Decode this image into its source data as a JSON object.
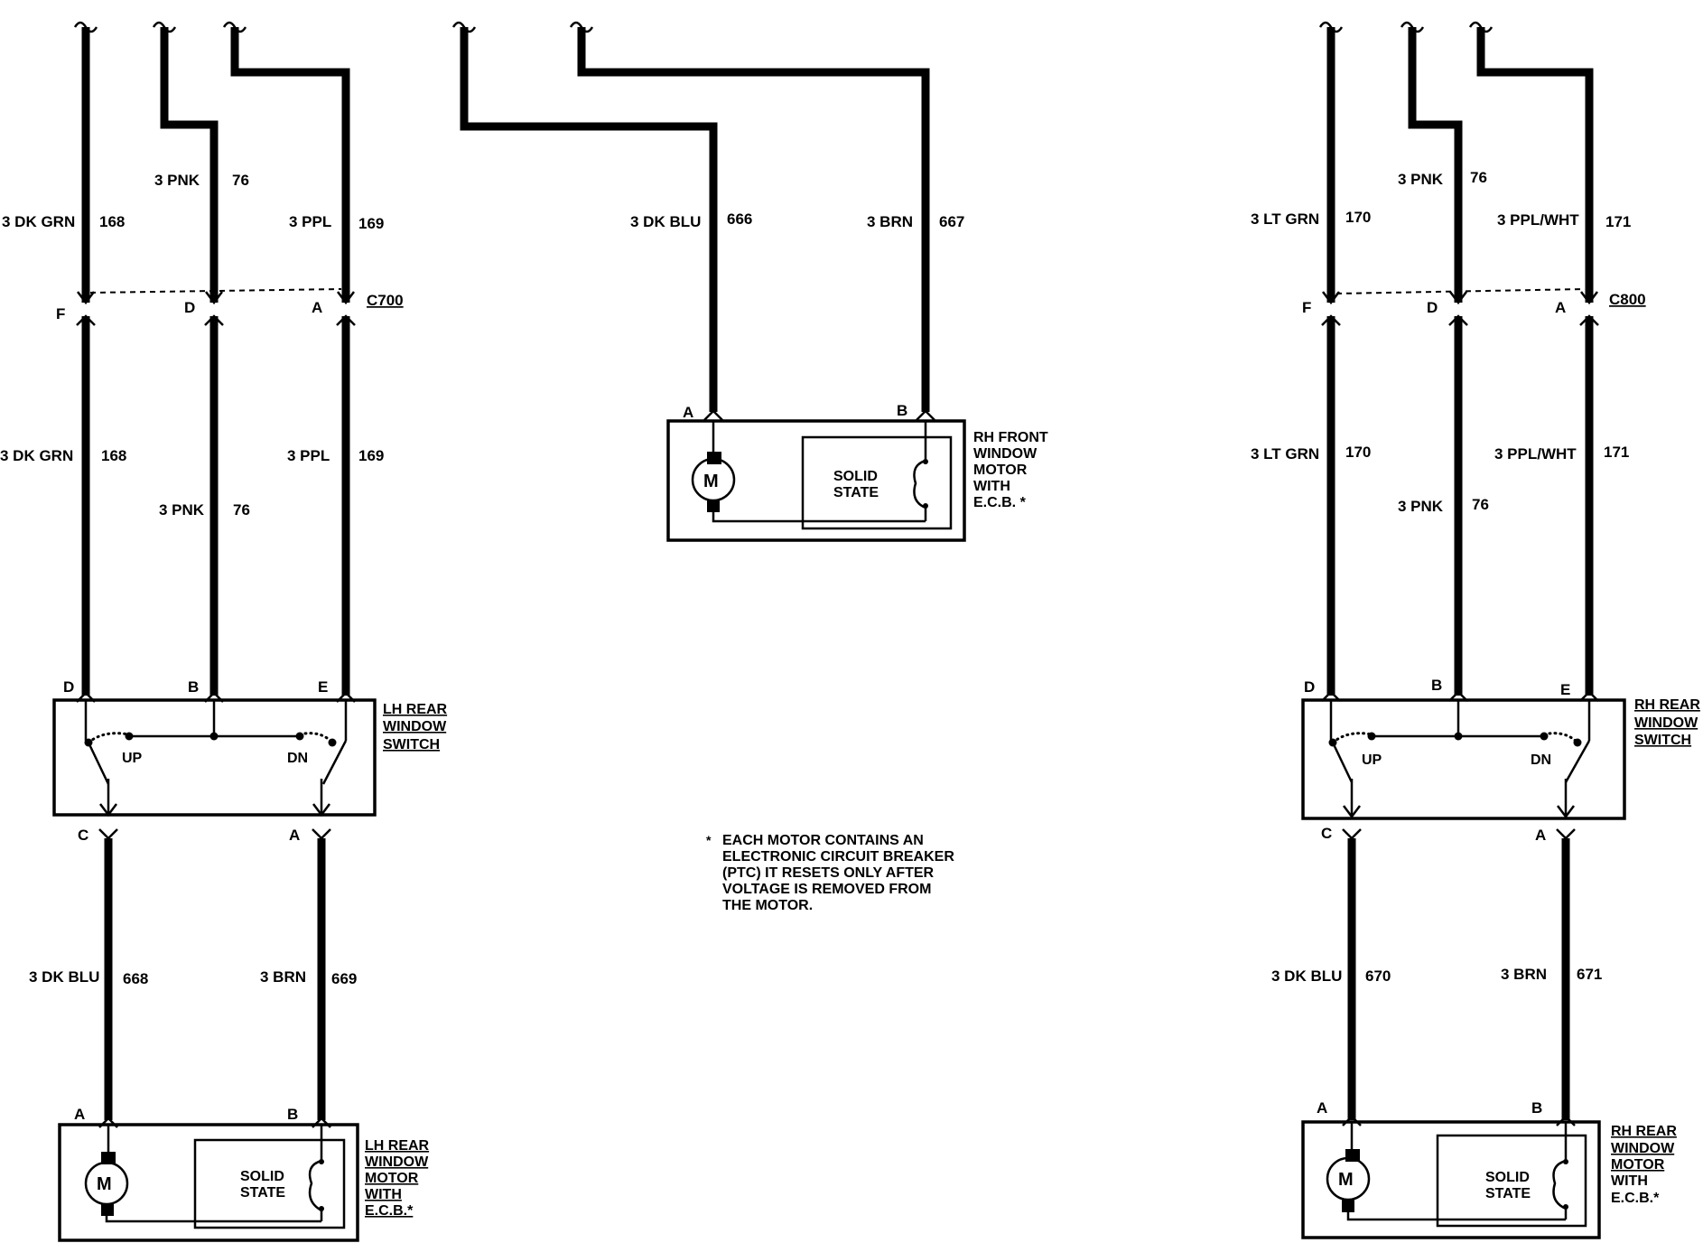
{
  "wires": {
    "l168": {
      "color": "3 DK GRN",
      "circuit": "168"
    },
    "l76": {
      "color": "3 PNK",
      "circuit": "76"
    },
    "l169": {
      "color": "3 PPL",
      "circuit": "169"
    },
    "f666": {
      "color": "3 DK BLU",
      "circuit": "666"
    },
    "f667": {
      "color": "3 BRN",
      "circuit": "667"
    },
    "l668": {
      "color": "3 DK BLU",
      "circuit": "668"
    },
    "l669": {
      "color": "3 BRN",
      "circuit": "669"
    },
    "r170": {
      "color": "3 LT GRN",
      "circuit": "170"
    },
    "r76": {
      "color": "3 PNK",
      "circuit": "76"
    },
    "r171": {
      "color": "3 PPL/WHT",
      "circuit": "171"
    },
    "r670": {
      "color": "3 DK BLU",
      "circuit": "670"
    },
    "r671": {
      "color": "3 BRN",
      "circuit": "671"
    }
  },
  "connectors": {
    "c700": "C700",
    "c800": "C800"
  },
  "pins": {
    "a": "A",
    "b": "B",
    "c": "C",
    "d": "D",
    "e": "E",
    "f": "F"
  },
  "switch": {
    "up": "UP",
    "dn": "DN"
  },
  "components": {
    "lh_switch": [
      "LH REAR",
      "WINDOW",
      "SWITCH"
    ],
    "rh_switch": [
      "RH REAR",
      "WINDOW",
      "SWITCH"
    ],
    "rh_front_motor": [
      "RH FRONT",
      "WINDOW",
      "MOTOR",
      "WITH",
      "E.C.B. *"
    ],
    "lh_rear_motor": [
      "LH REAR",
      "WINDOW",
      "MOTOR",
      "WITH",
      "E.C.B.*"
    ],
    "rh_rear_motor": [
      "RH REAR",
      "WINDOW",
      "MOTOR",
      "WITH",
      "E.C.B.*"
    ]
  },
  "motor": {
    "symbol": "M",
    "solid_state": [
      "SOLID",
      "STATE"
    ]
  },
  "note": {
    "marker": "*",
    "text": "EACH MOTOR CONTAINS AN\nELECTRONIC CIRCUIT BREAKER\n(PTC) IT RESETS ONLY AFTER\nVOLTAGE IS REMOVED FROM\nTHE MOTOR."
  }
}
